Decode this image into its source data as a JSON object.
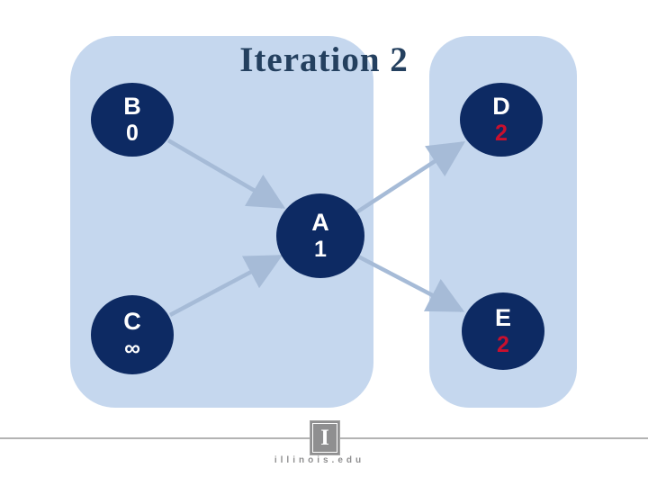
{
  "slide": {
    "title": "Iteration 2",
    "footer": {
      "logo_letter": "I",
      "site": "illinois.edu"
    }
  },
  "graph": {
    "nodes": [
      {
        "id": "B",
        "label": "B",
        "value": "0",
        "value_color": "#ffffff"
      },
      {
        "id": "D",
        "label": "D",
        "value": "2",
        "value_color": "#c8102e"
      },
      {
        "id": "A",
        "label": "A",
        "value": "1",
        "value_color": "#ffffff"
      },
      {
        "id": "C",
        "label": "C",
        "value": "∞",
        "value_color": "#ffffff"
      },
      {
        "id": "E",
        "label": "E",
        "value": "2",
        "value_color": "#c8102e"
      }
    ],
    "edges": [
      {
        "from": "B",
        "to": "A"
      },
      {
        "from": "C",
        "to": "A"
      },
      {
        "from": "A",
        "to": "D"
      },
      {
        "from": "A",
        "to": "E"
      }
    ]
  },
  "colors": {
    "panel": "#c5d7ee",
    "node_fill": "#0d2a63",
    "node_text": "#ffffff",
    "title": "#24405f",
    "arrow": "#a6bbd7",
    "red_value": "#c8102e",
    "footer_gray": "#8f8f90"
  }
}
